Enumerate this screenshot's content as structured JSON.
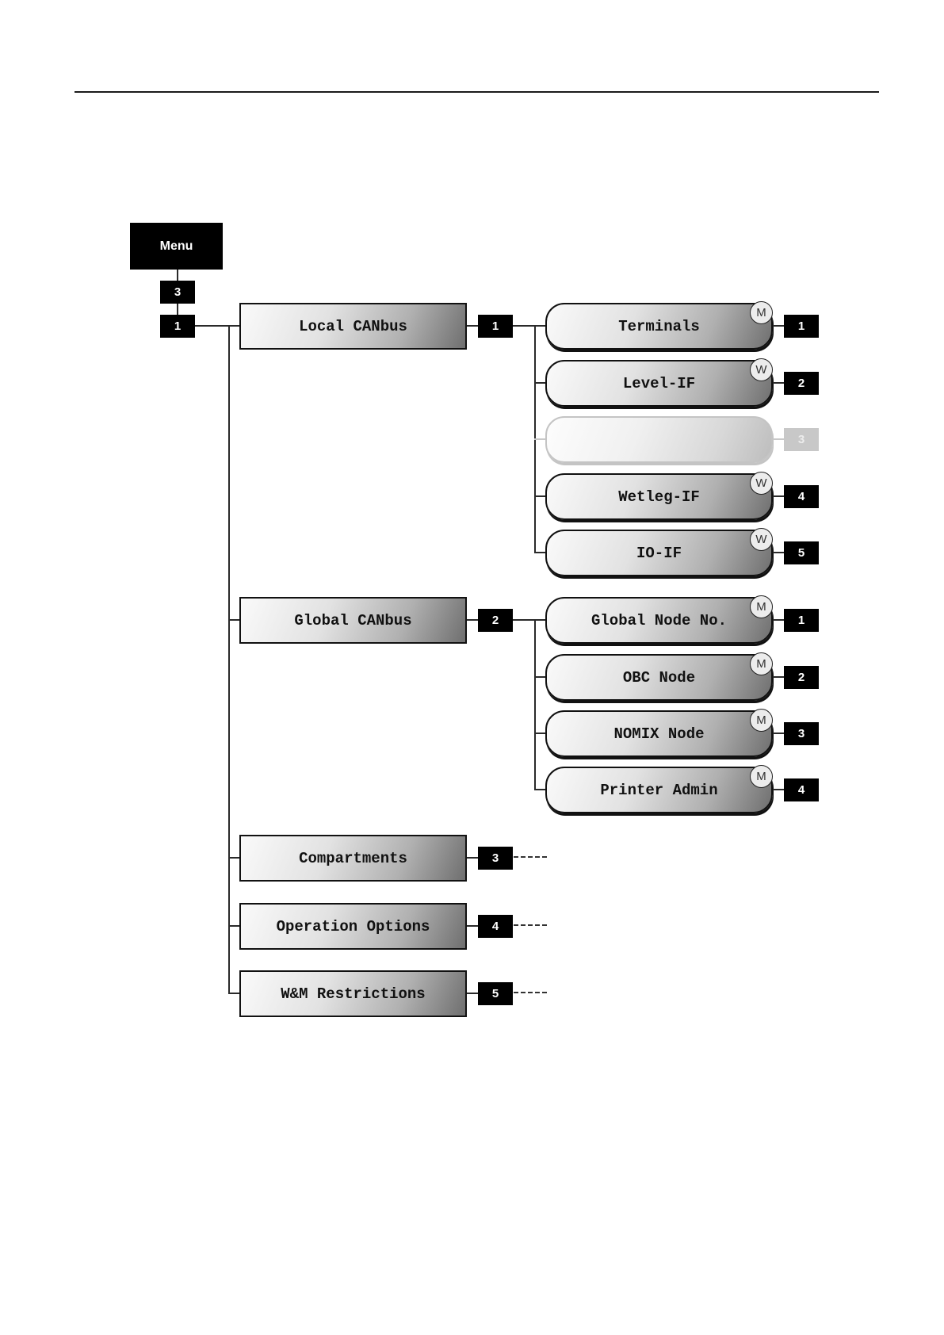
{
  "menu": {
    "label": "Menu",
    "key": "3",
    "branch_key": "1"
  },
  "groups": [
    {
      "label": "Local CANbus",
      "key": "1",
      "children": [
        {
          "label": "Terminals",
          "badge": "M",
          "key": "1",
          "enabled": true
        },
        {
          "label": "Level-IF",
          "badge": "W",
          "key": "2",
          "enabled": true
        },
        {
          "label": "",
          "badge": "",
          "key": "3",
          "enabled": false
        },
        {
          "label": "Wetleg-IF",
          "badge": "W",
          "key": "4",
          "enabled": true
        },
        {
          "label": "IO-IF",
          "badge": "W",
          "key": "5",
          "enabled": true
        }
      ]
    },
    {
      "label": "Global CANbus",
      "key": "2",
      "children": [
        {
          "label": "Global Node No.",
          "badge": "M",
          "key": "1",
          "enabled": true
        },
        {
          "label": "OBC Node",
          "badge": "M",
          "key": "2",
          "enabled": true
        },
        {
          "label": "NOMIX Node",
          "badge": "M",
          "key": "3",
          "enabled": true
        },
        {
          "label": "Printer Admin",
          "badge": "M",
          "key": "4",
          "enabled": true
        }
      ]
    },
    {
      "label": "Compartments",
      "key": "3",
      "children": []
    },
    {
      "label": "Operation Options",
      "key": "4",
      "children": []
    },
    {
      "label": "W&M Restrictions",
      "key": "5",
      "children": []
    }
  ]
}
